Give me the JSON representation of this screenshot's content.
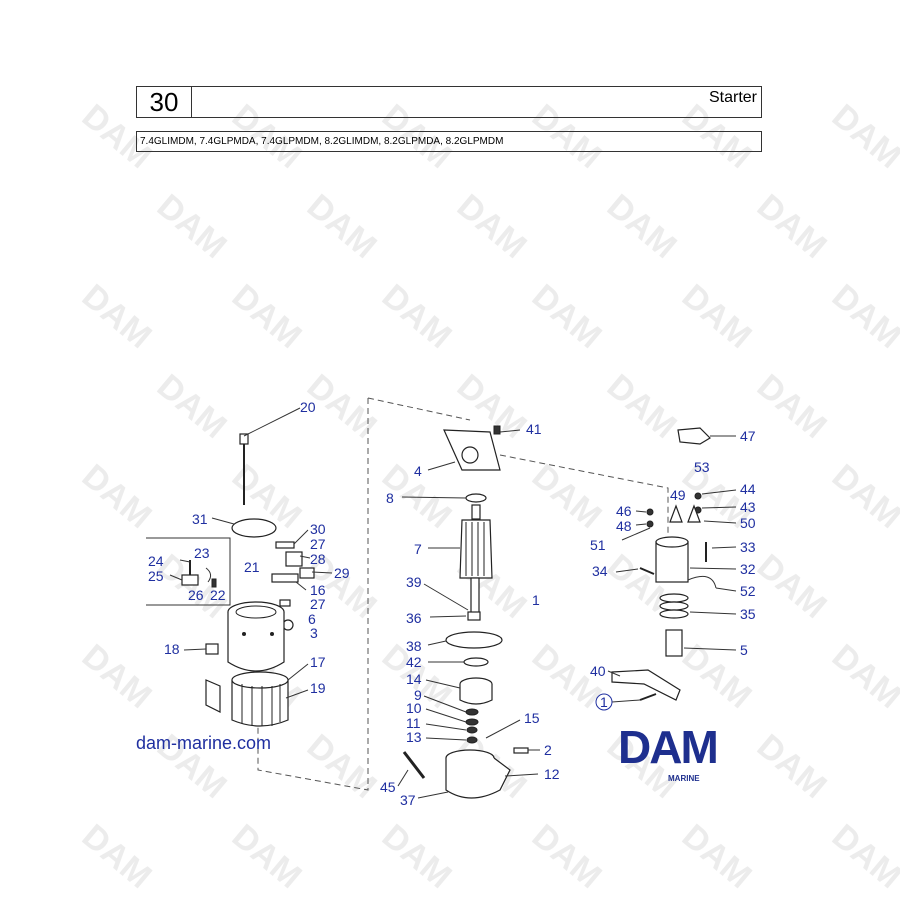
{
  "header": {
    "section_number": "30",
    "title": "Starter",
    "models": "7.4GLIMDM, 7.4GLPMDA, 7.4GLPMDM, 8.2GLIMDM, 8.2GLPMDA, 8.2GLPMDM"
  },
  "callouts": {
    "c1": "1",
    "c2": "2",
    "c3": "3",
    "c4": "4",
    "c5": "5",
    "c6": "6",
    "c7": "7",
    "c8": "8",
    "c9": "9",
    "c10": "10",
    "c11": "11",
    "c12": "12",
    "c13": "13",
    "c14": "14",
    "c15": "15",
    "c16": "16",
    "c17": "17",
    "c18": "18",
    "c19": "19",
    "c20": "20",
    "c21": "21",
    "c22": "22",
    "c23": "23",
    "c24": "24",
    "c25": "25",
    "c26": "26",
    "c27a": "27",
    "c27b": "27",
    "c28": "28",
    "c29": "29",
    "c30": "30",
    "c31": "31",
    "c32": "32",
    "c33": "33",
    "c34": "34",
    "c35": "35",
    "c36": "36",
    "c37": "37",
    "c38": "38",
    "c39": "39",
    "c40": "40",
    "c41": "41",
    "c42": "42",
    "c43": "43",
    "c44": "44",
    "c45": "45",
    "c46": "46",
    "c47": "47",
    "c48": "48",
    "c49": "49",
    "c50": "50",
    "c51": "51",
    "c52": "52",
    "c53": "53",
    "c1b": "1"
  },
  "watermark": "DAM",
  "website": "dam-marine.com",
  "logo": {
    "name": "DAM",
    "subtitle": "MARINE",
    "color": "#1e2f8e"
  },
  "callout_color": "#1f2fa0"
}
